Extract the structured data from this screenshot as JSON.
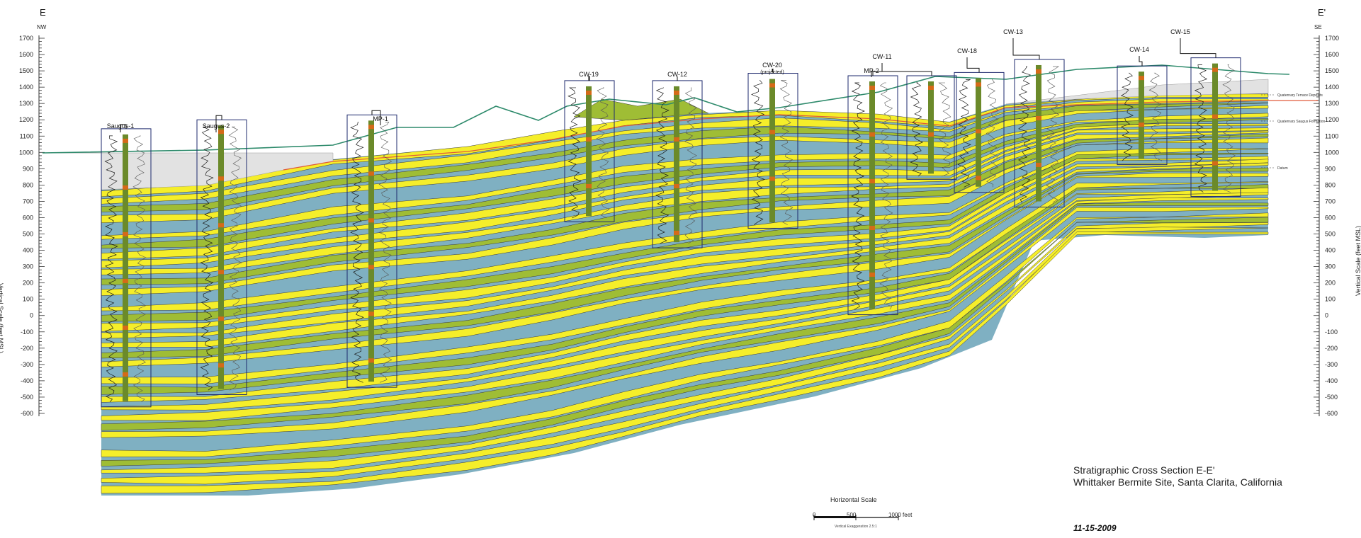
{
  "section": {
    "left_label": "E",
    "right_label": "E'",
    "left_direction": "NW",
    "right_direction": "SE"
  },
  "axis": {
    "title": "Vertical Scale (feet MSL)",
    "ticks": [
      "1700",
      "1600",
      "1500",
      "1400",
      "1300",
      "1200",
      "1100",
      "1000",
      "900",
      "800",
      "700",
      "600",
      "500",
      "400",
      "300",
      "200",
      "100",
      "0",
      "-100",
      "-200",
      "-300",
      "-400",
      "-500",
      "-600"
    ],
    "min": -600,
    "max": 1700
  },
  "wells": [
    "Saugus-1",
    "Saugus-2",
    "MP-1",
    "CW-19",
    "CW-12",
    "CW-20",
    "(projected)",
    "CW-11",
    "MP-2",
    "CW-18",
    "CW-13",
    "CW-14",
    "CW-15"
  ],
  "legend": [
    "Quaternary Terrace Deposits",
    "Quaternary Saugus Formation",
    "Datum"
  ],
  "title": {
    "line1": "Stratigraphic Cross Section E-E'",
    "line2": "Whittaker Bermite Site, Santa Clarita, California"
  },
  "horizontal_scale": {
    "title": "Horizontal Scale",
    "ticks": [
      "0",
      "500",
      "1000 feet"
    ],
    "note": "Vertical Exaggeration 2.5:1"
  },
  "date": "11-15-2009",
  "colors": {
    "sand": "#f5ee2a",
    "silt": "#9fbd35",
    "clay": "#7fb0c2",
    "alluvium": "#e2e2e2",
    "surface_line": "#2d8a6b",
    "datum_line": "#e05a3a",
    "well_box": "#1e2a6e"
  }
}
